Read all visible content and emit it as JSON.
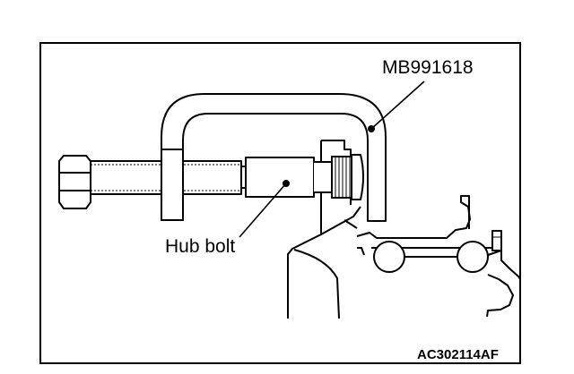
{
  "labels": {
    "tool": "MB991618",
    "hub_bolt": "Hub bolt",
    "reference": "AC302114AF"
  },
  "colors": {
    "line": "#000000",
    "background": "#ffffff"
  }
}
